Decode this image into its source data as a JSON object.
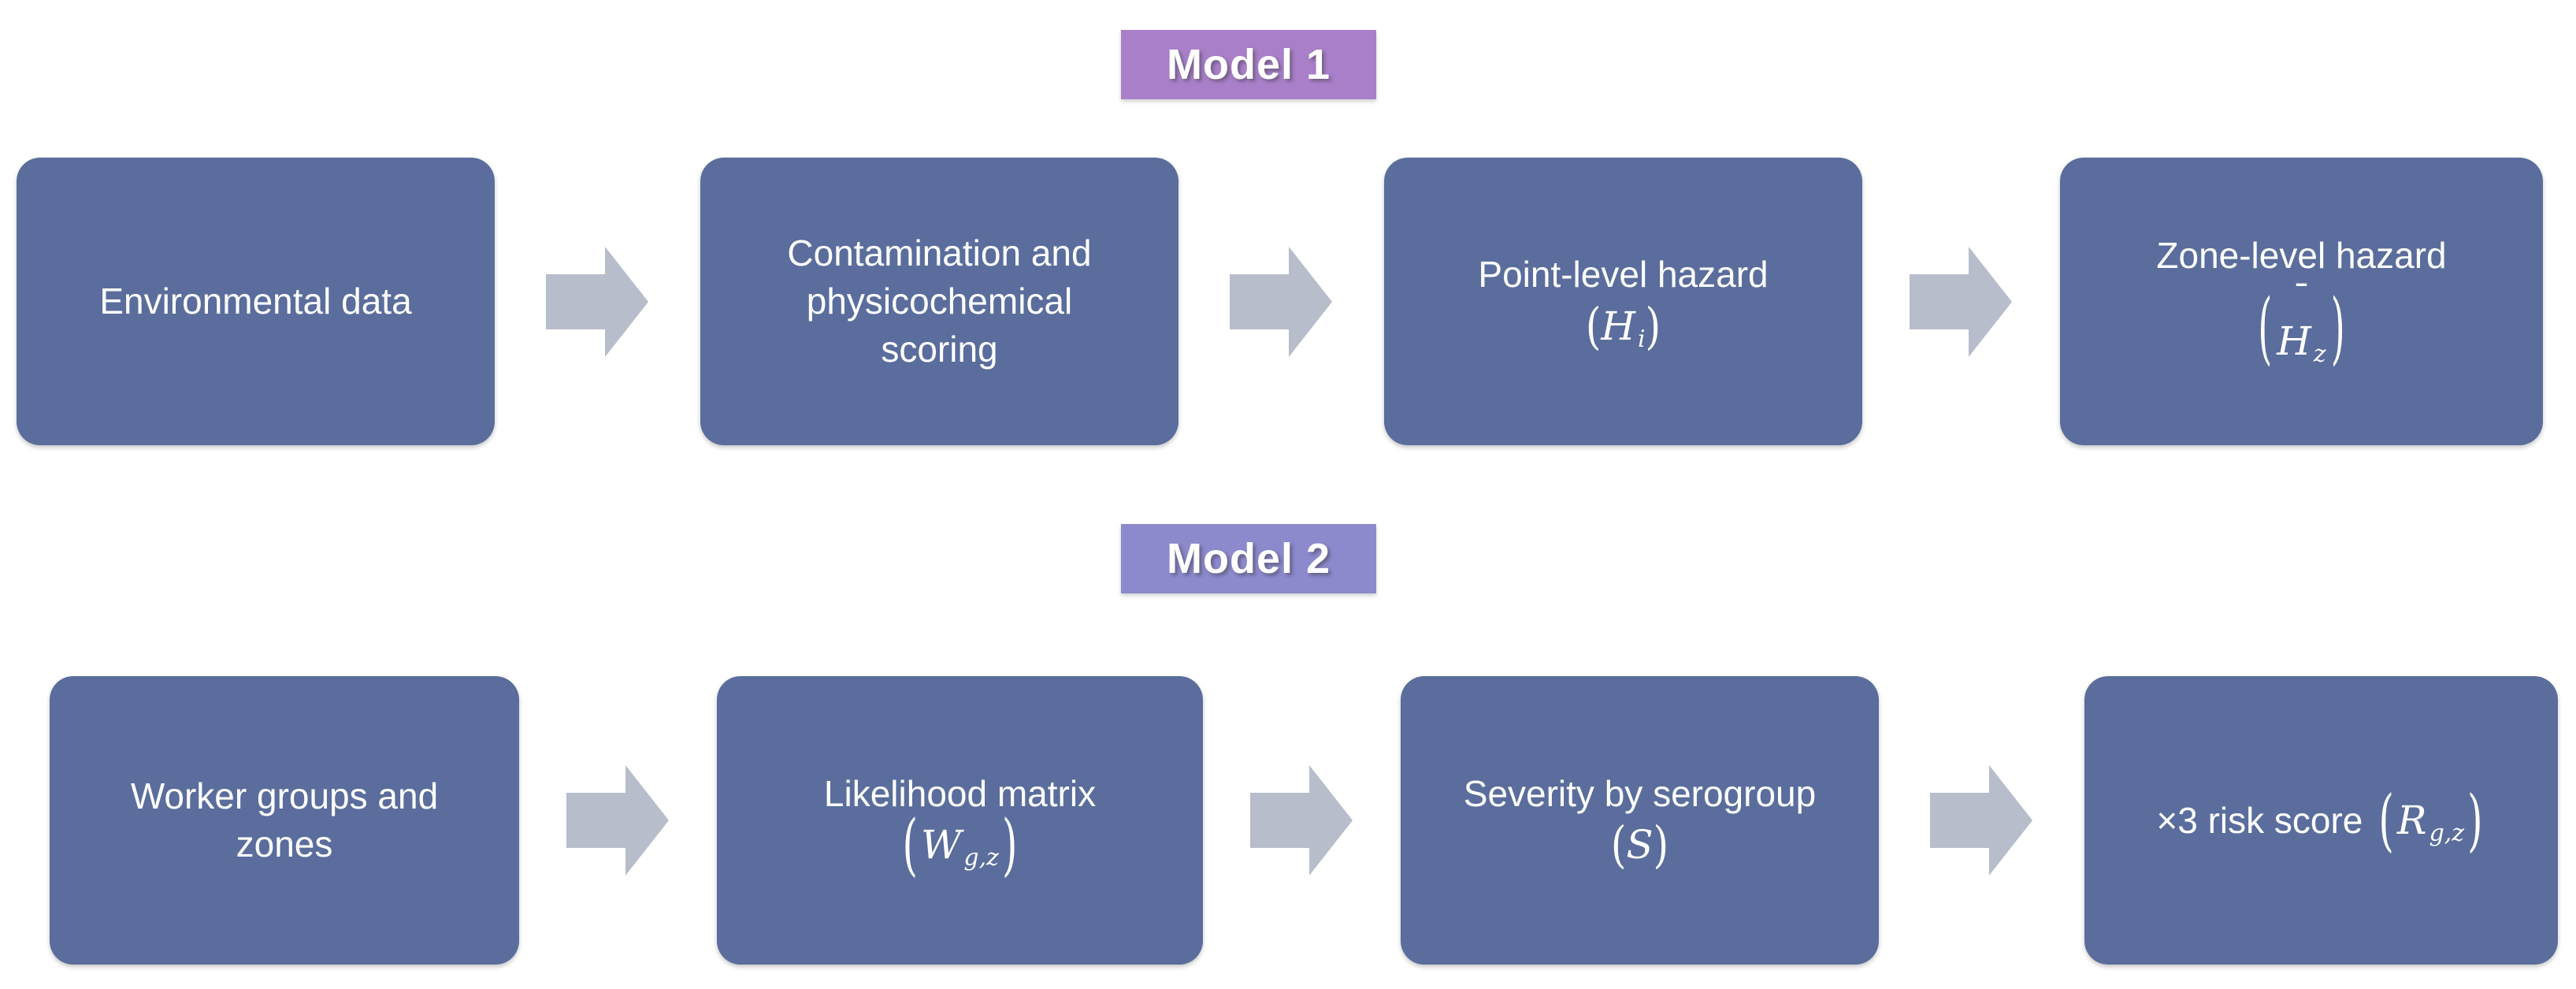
{
  "diagram": {
    "model1": {
      "badge": "Model 1",
      "steps": [
        {
          "label": "Environmental data"
        },
        {
          "label": "Contamination and physicochemical scoring"
        },
        {
          "label": "Point-level hazard",
          "formula": {
            "open": "(",
            "var": "H",
            "sub": "i",
            "close": ")"
          }
        },
        {
          "label": "Zone-level hazard",
          "formula": {
            "open": "(",
            "accent": "¯",
            "var": "H",
            "sub": "z",
            "close": ")"
          }
        }
      ]
    },
    "model2": {
      "badge": "Model 2",
      "steps": [
        {
          "label": "Worker groups and zones"
        },
        {
          "label": "Likelihood matrix",
          "formula": {
            "open": "(",
            "var": "W",
            "sub": "g,z",
            "close": ")"
          }
        },
        {
          "label": "Severity by serogroup",
          "formula": {
            "open": "(",
            "var": "S",
            "close": ")"
          }
        },
        {
          "label": "×3 risk score",
          "formula": {
            "open": "(",
            "var": "R",
            "sub": "g,z",
            "close": ")"
          }
        }
      ]
    },
    "arrow_icon": "block-arrow-right"
  },
  "colors": {
    "background": "#ffffff",
    "box_fill": "#5a6d9c",
    "box_text": "#ffffff",
    "arrow_fill": "#b7bdca",
    "model1_badge_fill": "#a87fc8",
    "model2_badge_fill": "#8c89cd",
    "badge_text": "#ffffff"
  }
}
